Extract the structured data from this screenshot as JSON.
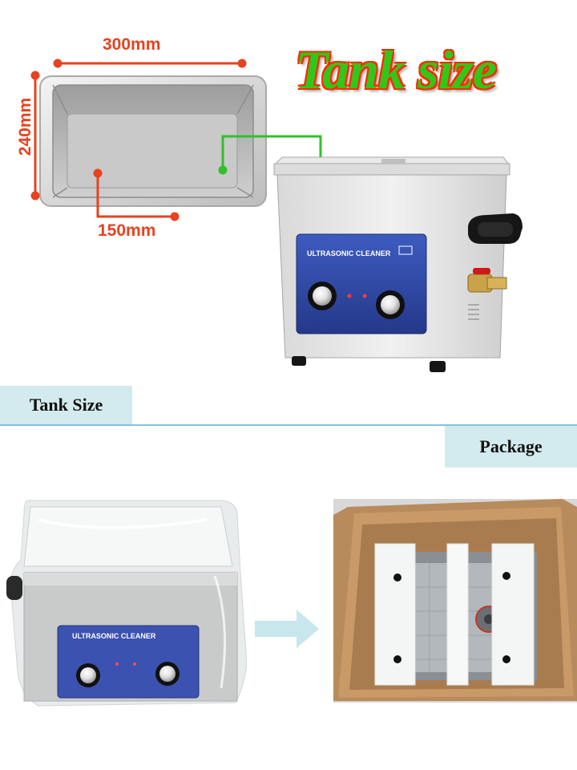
{
  "diagram": {
    "width_label": "300mm",
    "height_label": "240mm",
    "depth_label": "150mm",
    "title": "Tank size",
    "panel_text": "ULTRASONIC   CLEANER",
    "colors": {
      "dimension": "#e8421e",
      "title_fill": "#33c61a",
      "title_outline": "#ff2a00",
      "callout": "#2fc12a",
      "panel": "#2f4aa6"
    }
  },
  "sections": {
    "tank_size": "Tank Size",
    "package": "Package"
  },
  "photos": {
    "wrapped_panel_text": "ULTRASONIC   CLEANER"
  }
}
